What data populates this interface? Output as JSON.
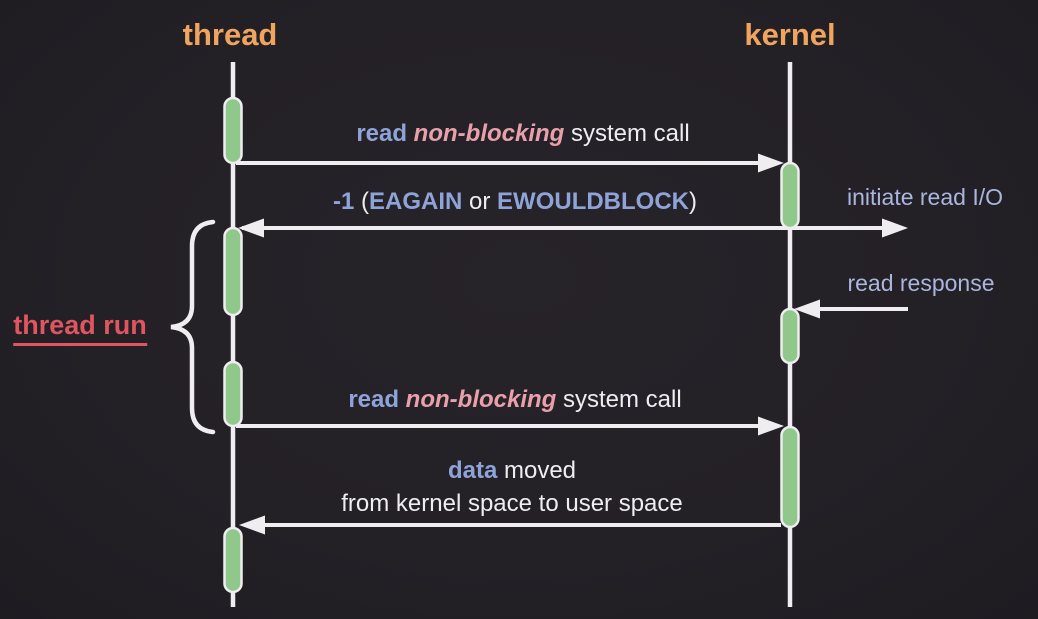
{
  "diagram": {
    "type": "sequence-diagram",
    "participants": {
      "left": "thread",
      "right": "kernel"
    },
    "labels": {
      "call1": {
        "kw": "read",
        "emph": " non-blocking",
        "rest": " system call"
      },
      "return1": {
        "p1": "-1",
        "p2": " (",
        "p3": "EAGAIN",
        "p4": " or ",
        "p5": "EWOULDBLOCK",
        "p6": ")"
      },
      "initiate_read_io": "initiate read I/O",
      "read_response": "read response",
      "call2": {
        "kw": "read",
        "emph": " non-blocking",
        "rest": " system call"
      },
      "return2": {
        "kw": "data",
        "rest": " moved",
        "line2": "from kernel space to user space"
      },
      "thread_run": "thread run"
    },
    "colors": {
      "background": "#242127",
      "lifeline": "#efedef",
      "activation_fill": "#8fc88a",
      "keyword_blue": "#8ea4d8",
      "emphasis_pink": "#e8a0ab",
      "plain_text": "#efedf0",
      "side_label_lavender": "#aab6de",
      "title_orange": "#efa55e",
      "annotation_red": "#e05560"
    }
  }
}
